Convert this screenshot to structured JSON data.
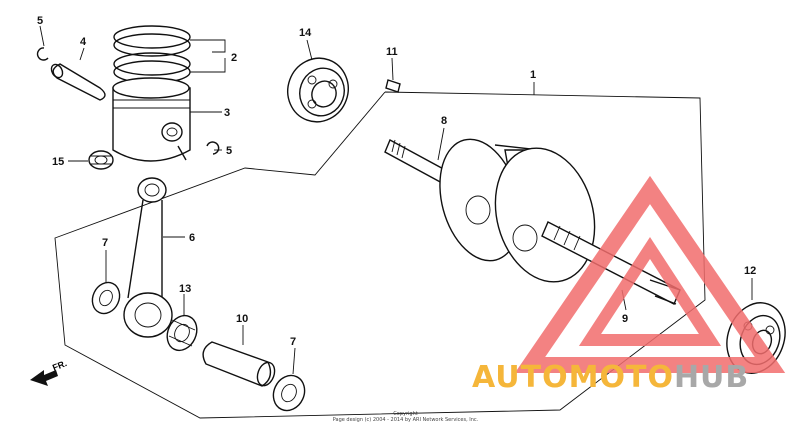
{
  "callouts": {
    "c1": "1",
    "c2": "2",
    "c3": "3",
    "c4": "4",
    "c5a": "5",
    "c5b": "5",
    "c6": "6",
    "c7a": "7",
    "c7b": "7",
    "c8": "8",
    "c9": "9",
    "c10": "10",
    "c11": "11",
    "c12": "12",
    "c13": "13",
    "c14": "14",
    "c15": "15"
  },
  "front_arrow": "FR.",
  "copyright_lines": [
    "Copyright",
    "Page design (c) 2004 - 2014 by ARI Network Services, Inc."
  ],
  "watermark": {
    "part1": "AUTO",
    "part2": "MOTO",
    "part3": "HUB"
  },
  "colors": {
    "ink": "#111111",
    "watermark_red": "#f26d6d",
    "watermark_orange": "#f5b63a",
    "watermark_gray": "#a8a8a8"
  }
}
